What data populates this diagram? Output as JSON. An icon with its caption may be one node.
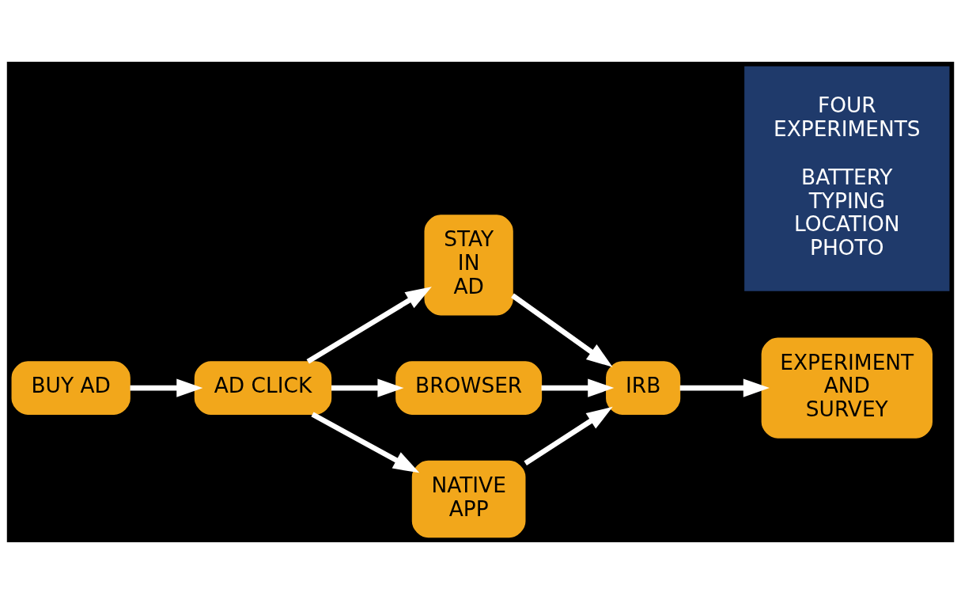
{
  "diagram": {
    "nodes": [
      {
        "text": [
          "BUY AD"
        ]
      },
      {
        "text": [
          "AD CLICK"
        ]
      },
      {
        "text": [
          "STAY IN AD"
        ]
      },
      {
        "text": [
          "BROWSER"
        ]
      },
      {
        "text": [
          "NATIVE APP"
        ]
      },
      {
        "text": [
          "IRB"
        ]
      },
      {
        "text": [
          "EXPERIMENT AND SURVEY"
        ]
      },
      {
        "text": [
          "FOUR EXPERIMENTS",
          "BATTERY TYPING LOCATION PHOTO"
        ]
      }
    ],
    "edges": [
      {
        "from": 0,
        "to": 1,
        "arrow": "to"
      },
      {
        "from": 1,
        "to": 2,
        "arrow": "to"
      },
      {
        "from": 1,
        "to": 3,
        "arrow": "to"
      },
      {
        "from": 1,
        "to": 4,
        "arrow": "to"
      },
      {
        "from": 2,
        "to": 5,
        "arrow": "to"
      },
      {
        "from": 3,
        "to": 5,
        "arrow": "to"
      },
      {
        "from": 4,
        "to": 5,
        "arrow": "to"
      },
      {
        "from": 5,
        "to": 6,
        "arrow": "to"
      }
    ]
  }
}
